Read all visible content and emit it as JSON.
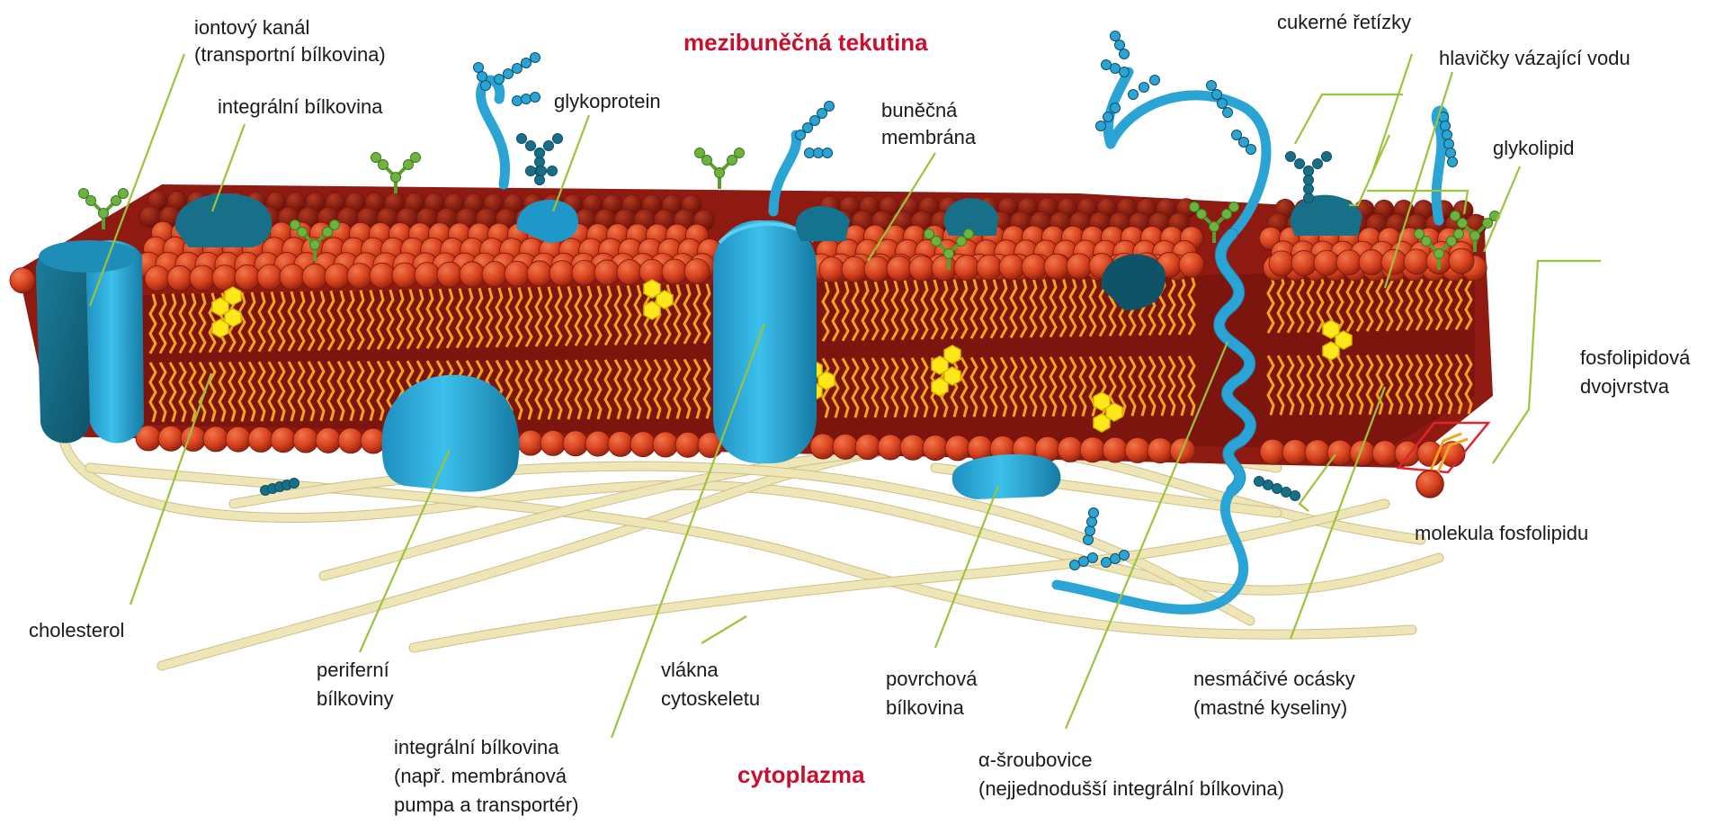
{
  "regions": {
    "extracellular": "mezibuněčná tekutina",
    "cytoplasm": "cytoplazma"
  },
  "labels": {
    "ion_channel_1": "iontový kanál",
    "ion_channel_2": "(transportní bílkovina)",
    "integral_protein_top": "integrální bílkovina",
    "glycoprotein": "glykoprotein",
    "cell_membrane_1": "buněčná",
    "cell_membrane_2": "membrána",
    "sugar_chains": "cukerné řetízky",
    "hydrophilic_heads": "hlavičky vázající vodu",
    "glycolipid": "glykolipid",
    "bilayer_1": "fosfolipidová",
    "bilayer_2": "dvojvrstva",
    "phospholipid_molecule": "molekula fosfolipidu",
    "cholesterol": "cholesterol",
    "peripheral_1": "periferní",
    "peripheral_2": "bílkoviny",
    "cytoskeleton_1": "vlákna",
    "cytoskeleton_2": "cytoskeletu",
    "surface_protein_1": "povrchová",
    "surface_protein_2": "bílkovina",
    "tails_1": "nesmáčivé ocásky",
    "tails_2": "(mastné kyseliny)",
    "integral_bottom_1": "integrální bílkovina",
    "integral_bottom_2": "(např. membránová",
    "integral_bottom_3": "pumpa a transportér)",
    "alpha_helix_1": "α-šroubovice",
    "alpha_helix_2": "(nejjednodušší integrální bílkovina)"
  },
  "colors": {
    "phospholipid_head": "#d8431e",
    "phospholipid_head_dark": "#8e1a12",
    "fatty_tail": "#f2a41c",
    "protein": "#2aa4d5",
    "protein_dark": "#14748f",
    "sugar_green": "#6db33f",
    "cholesterol": "#ffe81a",
    "cytoskeleton": "#efe6b8",
    "leader_line": "#9cc33a",
    "region_label": "#c8102e"
  }
}
